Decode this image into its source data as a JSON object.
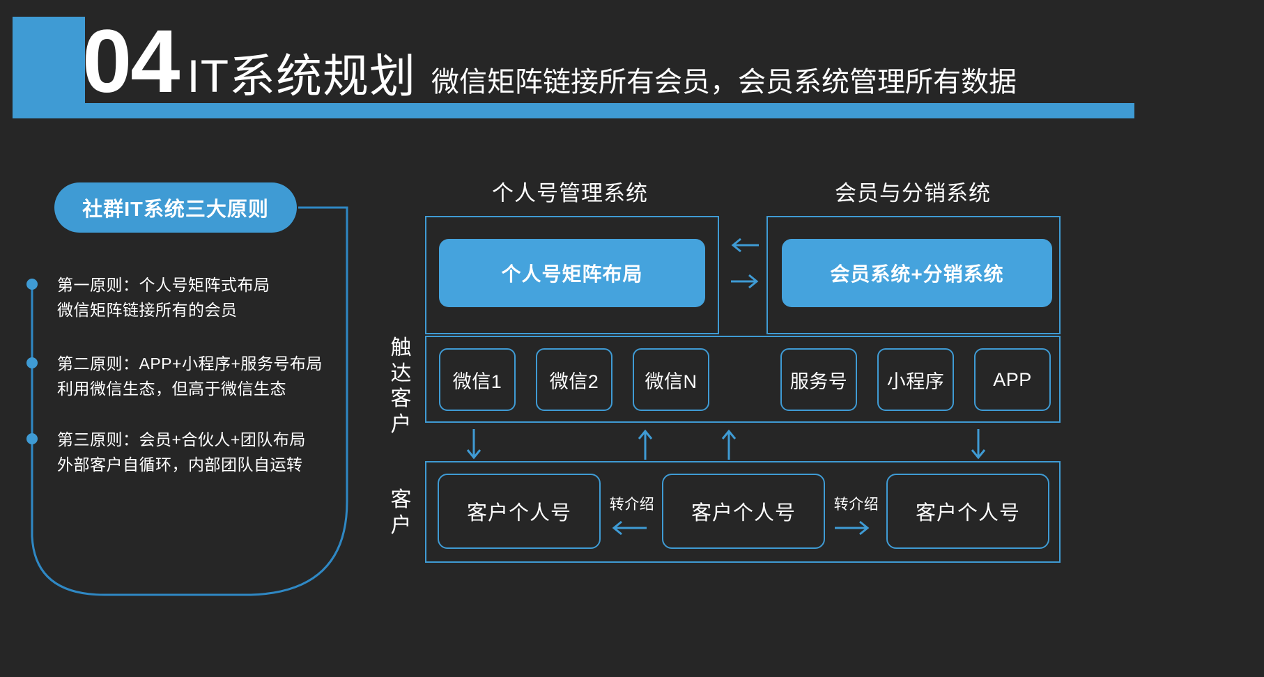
{
  "theme": {
    "background": "#262626",
    "accent": "#3f9bd4",
    "accent_fill": "#45a3dd",
    "text": "#ffffff"
  },
  "header": {
    "number": "04",
    "title": "IT系统规划",
    "subtitle": "微信矩阵链接所有会员，会员系统管理所有数据"
  },
  "left_panel": {
    "pill_label": "社群IT系统三大原则",
    "principles": [
      {
        "line1": "第一原则：个人号矩阵式布局",
        "line2": "微信矩阵链接所有的会员"
      },
      {
        "line1": "第二原则：APP+小程序+服务号布局",
        "line2": "利用微信生态，但高于微信生态"
      },
      {
        "line1": "第三原则：会员+合伙人+团队布局",
        "line2": "外部客户自循环，内部团队自运转"
      }
    ]
  },
  "diagram": {
    "systems": [
      {
        "caption": "个人号管理系统",
        "inner_label": "个人号矩阵布局"
      },
      {
        "caption": "会员与分销系统",
        "inner_label": "会员系统+分销系统"
      }
    ],
    "between_systems_arrows": [
      "arrow-left-icon",
      "arrow-right-icon"
    ],
    "reach_row": {
      "label": "触达客户",
      "chips_left": [
        "微信1",
        "微信2",
        "微信N"
      ],
      "chips_right": [
        "服务号",
        "小程序",
        "APP"
      ]
    },
    "customer_row": {
      "label": "客户",
      "chips": [
        "客户个人号",
        "客户个人号",
        "客户个人号"
      ],
      "referral_labels": [
        "转介绍",
        "转介绍"
      ]
    },
    "vertical_arrows": [
      "arrow-down-icon",
      "arrow-up-icon",
      "arrow-up-icon",
      "arrow-down-icon"
    ],
    "referral_arrows": [
      "arrow-left-icon",
      "arrow-right-icon"
    ]
  }
}
